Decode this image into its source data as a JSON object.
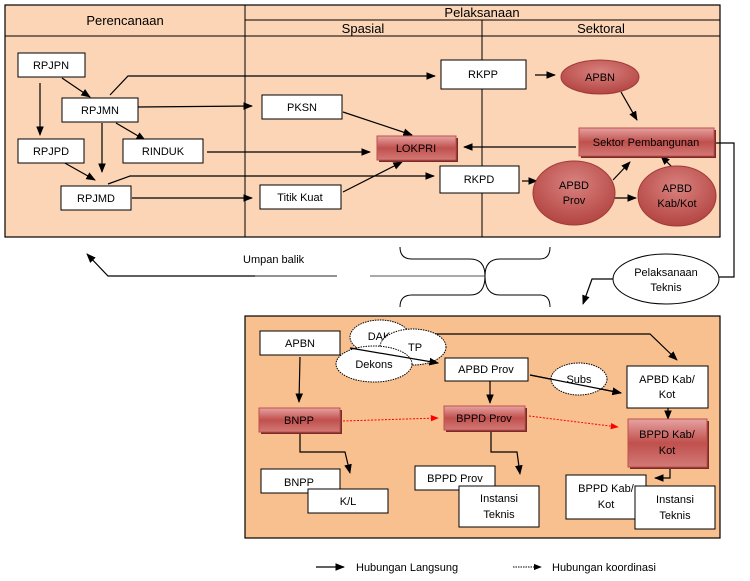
{
  "colors": {
    "panel_top": "#fbd5b5",
    "panel_bottom": "#f8c08f",
    "node_red": "#c0504d",
    "node_red_light": "#e6a3a1",
    "coord_arrow": "#ff0000",
    "line": "#000000"
  },
  "top_panel": {
    "col_planning": "Perencanaan",
    "col_implementation": "Pelaksanaan",
    "sub_spatial": "Spasial",
    "sub_sectoral": "Sektoral"
  },
  "nodes": {
    "rpjpn": "RPJPN",
    "rpjmn": "RPJMN",
    "rpjpd": "RPJPD",
    "rinduk": "RINDUK",
    "rpjmd": "RPJMD",
    "pksn": "PKSN",
    "titik_kuat": "Titik Kuat",
    "lokpri": "LOKPRI",
    "rkpp": "RKPP",
    "rkpd": "RKPD",
    "apbn_top": "APBN",
    "sektor_pembangunan": "Sektor Pembangunan",
    "apbd_prov_top": [
      "APBD",
      "Prov"
    ],
    "apbd_kabkot_top": [
      "APBD",
      "Kab/Kot"
    ]
  },
  "middle": {
    "feedback_label": "Umpan balik",
    "tech_impl": [
      "Pelaksanaan",
      "Teknis"
    ]
  },
  "bottom_panel": {
    "apbn": "APBN",
    "dak": "DAK",
    "tp": "TP",
    "dekons": "Dekons",
    "apbd_prov": "APBD Prov",
    "subs": "Subs",
    "apbd_kabkot": [
      "APBD Kab/",
      "Kot"
    ],
    "bnpp": "BNPP",
    "bppd_prov": "BPPD Prov",
    "bppd_kabkot": [
      "BPPD Kab/",
      "Kot"
    ],
    "bnpp_sub": "BNPP",
    "kl": "K/L",
    "bppd_prov_sub": "BPPD Prov",
    "instansi_prov": [
      "Instansi",
      "Teknis"
    ],
    "bppd_kabkot_sub": [
      "BPPD Kab/",
      "Kot"
    ],
    "instansi_kab": [
      "Instansi",
      "Teknis"
    ]
  },
  "legend": {
    "direct": "Hubungan Langsung",
    "coordination": "Hubungan koordinasi"
  }
}
